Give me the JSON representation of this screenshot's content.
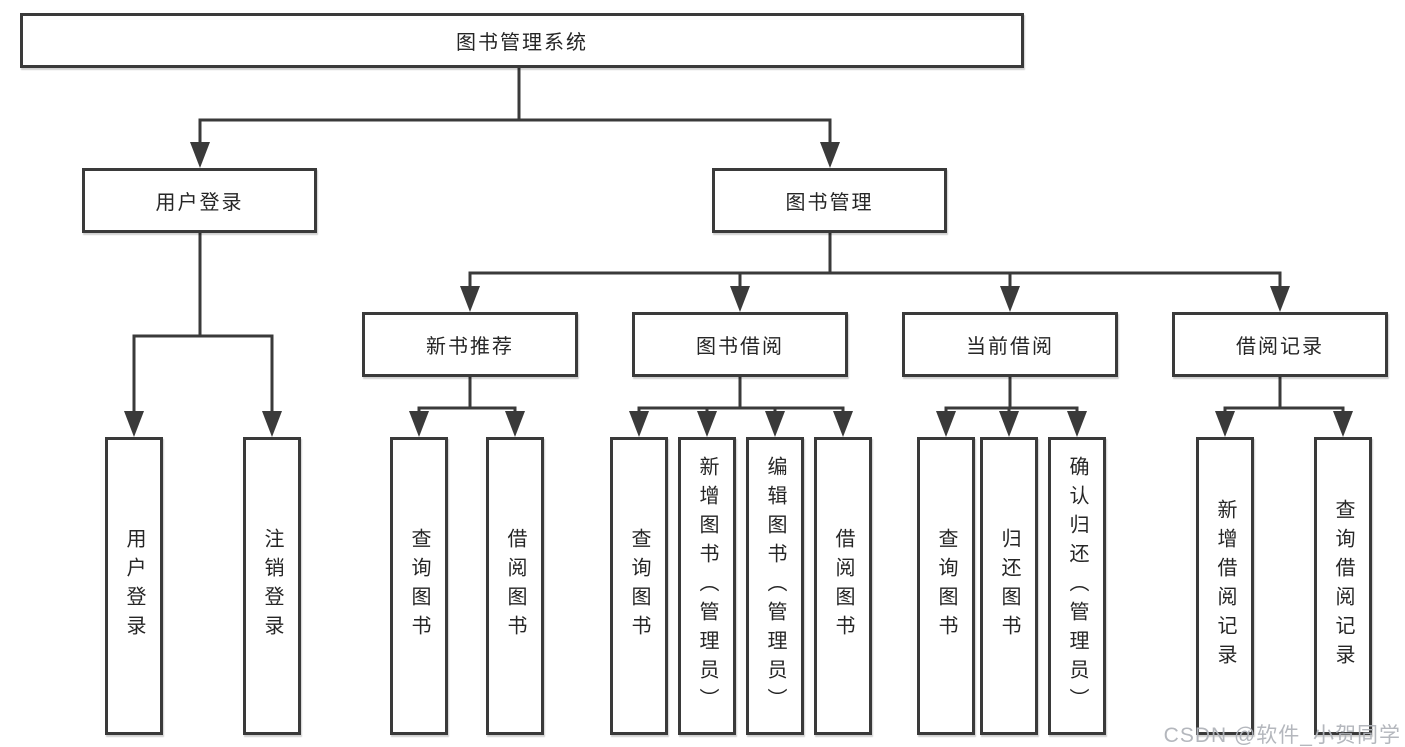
{
  "nodes": {
    "root": {
      "label": "图书管理系统"
    },
    "level2": [
      {
        "id": "user-login",
        "label": "用户登录"
      },
      {
        "id": "book-management",
        "label": "图书管理"
      }
    ],
    "level3": [
      {
        "id": "new-book-recommendation",
        "label": "新书推荐",
        "parent": "book-management"
      },
      {
        "id": "book-borrowing",
        "label": "图书借阅",
        "parent": "book-management"
      },
      {
        "id": "current-borrowing",
        "label": "当前借阅",
        "parent": "book-management"
      },
      {
        "id": "borrowing-records",
        "label": "借阅记录",
        "parent": "book-management"
      }
    ],
    "leaves": [
      {
        "id": "leaf-user-login",
        "label": "用户登录",
        "parent": "user-login"
      },
      {
        "id": "leaf-logout",
        "label": "注销登录",
        "parent": "user-login"
      },
      {
        "id": "leaf-query-books-recommend",
        "label": "查询图书",
        "parent": "new-book-recommendation"
      },
      {
        "id": "leaf-borrow-books-recommend",
        "label": "借阅图书",
        "parent": "new-book-recommendation"
      },
      {
        "id": "leaf-query-books-borrowing",
        "label": "查询图书",
        "parent": "book-borrowing"
      },
      {
        "id": "leaf-add-books-admin",
        "label": "新增图书（管理员）",
        "parent": "book-borrowing"
      },
      {
        "id": "leaf-edit-books-admin",
        "label": "编辑图书（管理员）",
        "parent": "book-borrowing"
      },
      {
        "id": "leaf-borrow-books",
        "label": "借阅图书",
        "parent": "book-borrowing"
      },
      {
        "id": "leaf-query-books-current",
        "label": "查询图书",
        "parent": "current-borrowing"
      },
      {
        "id": "leaf-return-books",
        "label": "归还图书",
        "parent": "current-borrowing"
      },
      {
        "id": "leaf-confirm-return-admin",
        "label": "确认归还（管理员）",
        "parent": "current-borrowing"
      },
      {
        "id": "leaf-add-borrow-record",
        "label": "新增借阅记录",
        "parent": "borrowing-records"
      },
      {
        "id": "leaf-query-borrow-record",
        "label": "查询借阅记录",
        "parent": "borrowing-records"
      }
    ]
  },
  "watermark": {
    "text": "CSDN @软件_小贺同学",
    "color": "#b0b3b9"
  },
  "colors": {
    "line": "#3a3a3a",
    "box_border": "#3a3a3a",
    "text": "#262626",
    "background": "#ffffff"
  }
}
